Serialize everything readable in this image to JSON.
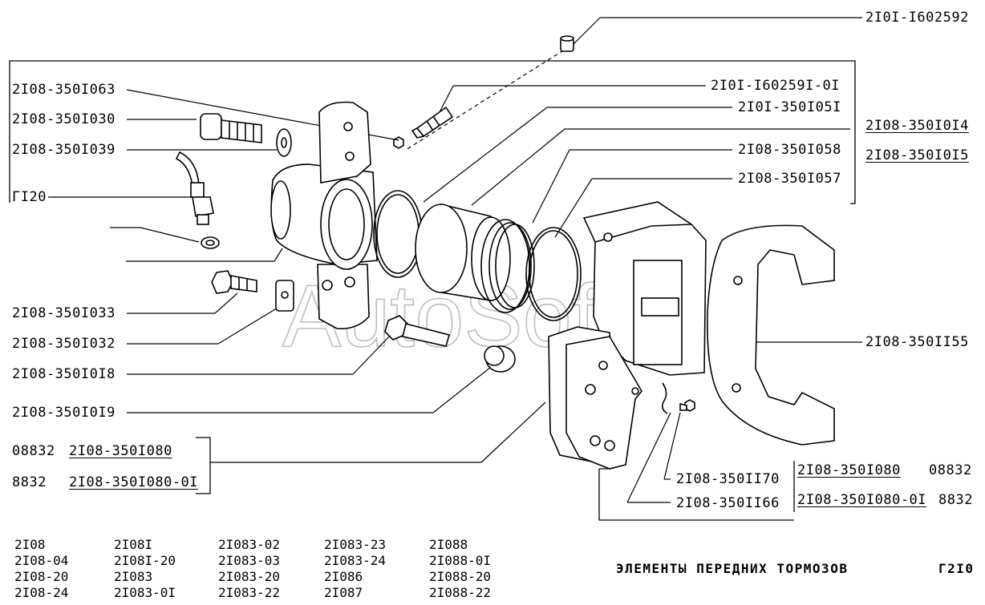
{
  "watermark": "AutoSoft",
  "title": "ЭЛЕМЕНТЫ ПЕРЕДНИХ ТОРМОЗОВ",
  "page_code": "Г2I0",
  "callouts_left": [
    {
      "id": "l1",
      "text": "2I08-350I063"
    },
    {
      "id": "l2",
      "text": "2I08-350I030"
    },
    {
      "id": "l3",
      "text": "2I08-350I039"
    },
    {
      "id": "l4",
      "text": "ГI20"
    },
    {
      "id": "l5",
      "text": "2I08-350I033"
    },
    {
      "id": "l6",
      "text": "2I08-350I032"
    },
    {
      "id": "l7",
      "text": "2I08-350I0I8"
    },
    {
      "id": "l8",
      "text": "2I08-350I0I9"
    }
  ],
  "callouts_right": [
    {
      "id": "r1",
      "text": "2I0I-I602592"
    },
    {
      "id": "r2",
      "text": "2I0I-I60259I-0I"
    },
    {
      "id": "r3",
      "text": "2I0I-350I05I"
    },
    {
      "id": "r4",
      "text": "2I08-350I0I4"
    },
    {
      "id": "r5",
      "text": "2I08-350I0I5"
    },
    {
      "id": "r6",
      "text": "2I08-350I058"
    },
    {
      "id": "r7",
      "text": "2I08-350I057"
    },
    {
      "id": "r8",
      "text": "2I08-350II55"
    },
    {
      "id": "r9",
      "text": "2I08-350II70"
    },
    {
      "id": "r10",
      "text": "2I08-350II66"
    }
  ],
  "pad_left": {
    "code1": "08832",
    "part1": "2I08-350I080",
    "code2": "8832",
    "part2": "2I08-350I080-0I"
  },
  "pad_right": {
    "part1": "2I08-350I080",
    "code1": "08832",
    "part2": "2I08-350I080-0I",
    "code2": "8832"
  },
  "models": [
    [
      "2I08",
      "2I08-04",
      "2I08-20",
      "2I08-24"
    ],
    [
      "2I08I",
      "2I08I-20",
      "2I083",
      "2I083-0I"
    ],
    [
      "2I083-02",
      "2I083-03",
      "2I083-20",
      "2I083-22"
    ],
    [
      "2I083-23",
      "2I083-24",
      "2I086",
      "2I087"
    ],
    [
      "2I088",
      "2I088-0I",
      "2I088-20",
      "2I088-22"
    ]
  ]
}
